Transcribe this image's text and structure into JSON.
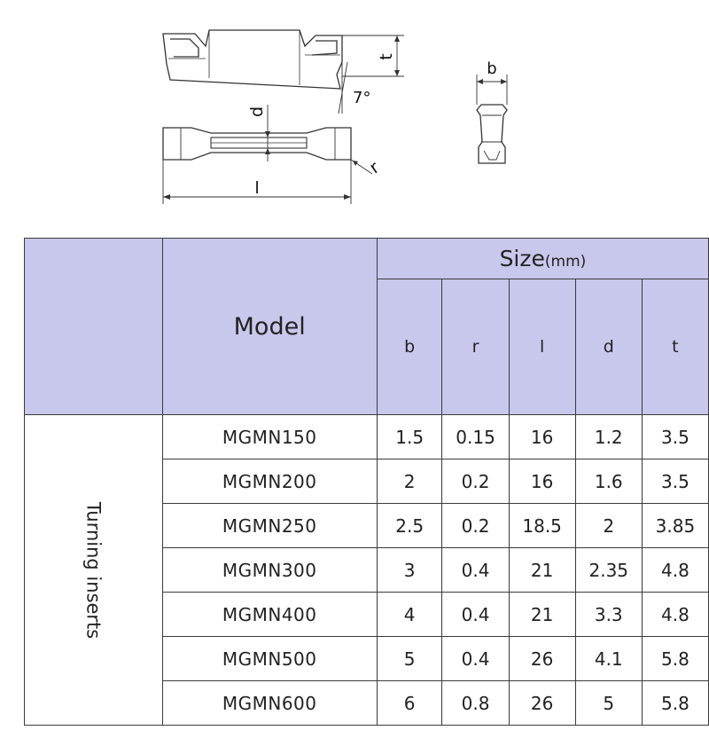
{
  "drawing": {
    "label_t": "t",
    "label_angle": "7°",
    "label_b": "b",
    "label_d": "d",
    "label_r": "r",
    "label_l": "l"
  },
  "table": {
    "size_header": "Size",
    "size_unit": "(mm)",
    "model_header": "Model",
    "columns": [
      "b",
      "r",
      "l",
      "d",
      "t"
    ],
    "category": "Turning inserts",
    "rows": [
      {
        "model": "MGMN150",
        "values": [
          "1.5",
          "0.15",
          "16",
          "1.2",
          "3.5"
        ]
      },
      {
        "model": "MGMN200",
        "values": [
          "2",
          "0.2",
          "16",
          "1.6",
          "3.5"
        ]
      },
      {
        "model": "MGMN250",
        "values": [
          "2.5",
          "0.2",
          "18.5",
          "2",
          "3.85"
        ]
      },
      {
        "model": "MGMN300",
        "values": [
          "3",
          "0.4",
          "21",
          "2.35",
          "4.8"
        ]
      },
      {
        "model": "MGMN400",
        "values": [
          "4",
          "0.4",
          "21",
          "3.3",
          "4.8"
        ]
      },
      {
        "model": "MGMN500",
        "values": [
          "5",
          "0.4",
          "26",
          "4.1",
          "5.8"
        ]
      },
      {
        "model": "MGMN600",
        "values": [
          "6",
          "0.8",
          "26",
          "5",
          "5.8"
        ]
      }
    ]
  },
  "colors": {
    "header_bg": "#c8c8ec",
    "border": "#3a3a3a"
  }
}
